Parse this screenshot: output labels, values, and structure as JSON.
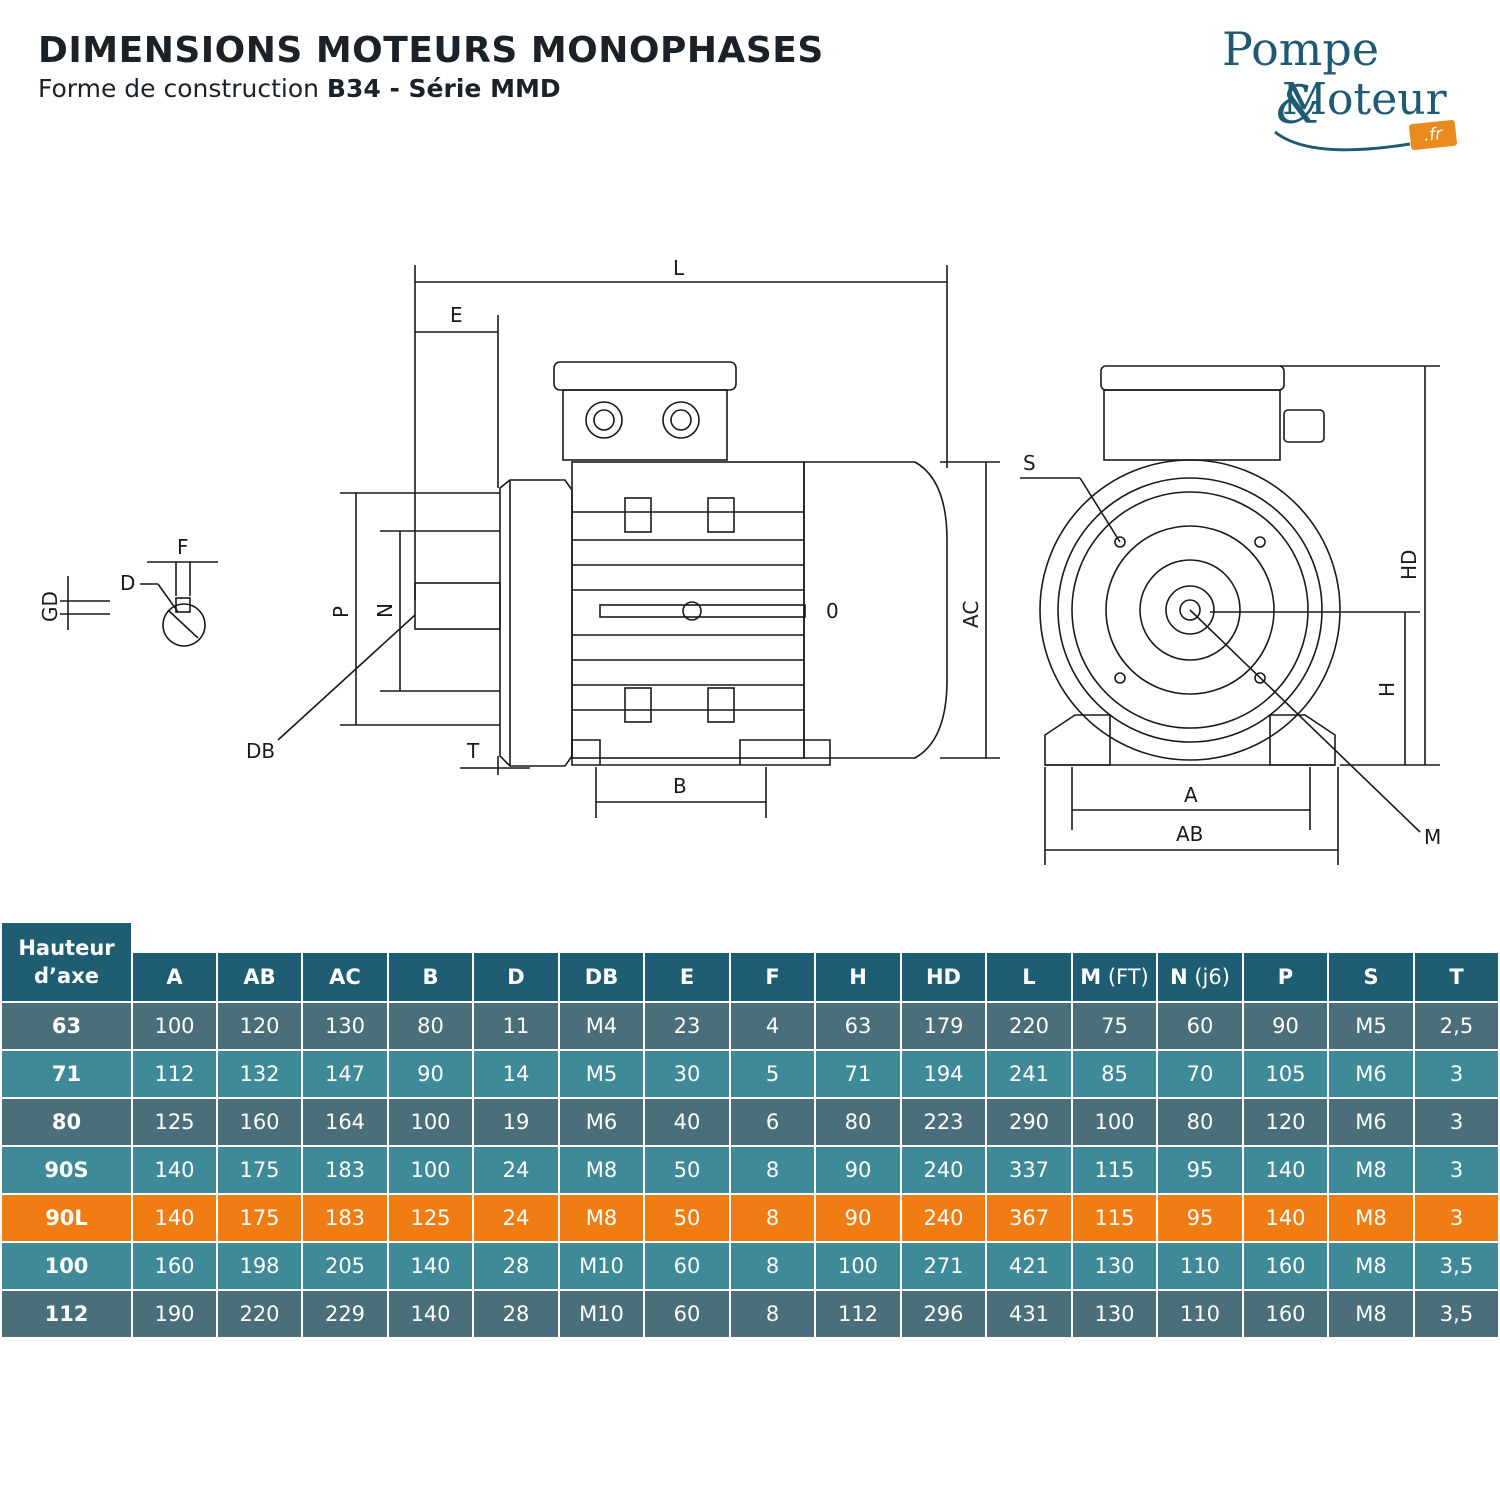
{
  "header": {
    "title": "DIMENSIONS MOTEURS MONOPHASES",
    "subtitle_prefix": "Forme de construction ",
    "subtitle_bold": "B34 - Série MMD"
  },
  "logo": {
    "line1": "Pompe",
    "amp": "&",
    "line2": "Moteur",
    "tld": ".fr"
  },
  "drawing_labels": {
    "L": "L",
    "E": "E",
    "F": "F",
    "D": "D",
    "GD": "GD",
    "P": "P",
    "N": "N",
    "DB": "DB",
    "T": "T",
    "B": "B",
    "AC": "AC",
    "O": "0",
    "S": "S",
    "HD": "HD",
    "H": "H",
    "A": "A",
    "AB": "AB",
    "M": "M"
  },
  "table": {
    "corner_label": [
      "Hauteur",
      "d’axe"
    ],
    "columns": [
      {
        "bold": "A"
      },
      {
        "bold": "AB"
      },
      {
        "bold": "AC"
      },
      {
        "bold": "B"
      },
      {
        "bold": "D"
      },
      {
        "bold": "DB"
      },
      {
        "bold": "E"
      },
      {
        "bold": "F"
      },
      {
        "bold": "H"
      },
      {
        "bold": "HD"
      },
      {
        "bold": "L"
      },
      {
        "bold": "M",
        "thin": " (FT)"
      },
      {
        "bold": "N",
        "thin": " (j6)"
      },
      {
        "bold": "P"
      },
      {
        "bold": "S"
      },
      {
        "bold": "T"
      }
    ],
    "rows": [
      {
        "style": "dark",
        "cells": [
          "63",
          "100",
          "120",
          "130",
          "80",
          "11",
          "M4",
          "23",
          "4",
          "63",
          "179",
          "220",
          "75",
          "60",
          "90",
          "M5",
          "2,5"
        ]
      },
      {
        "style": "light",
        "cells": [
          "71",
          "112",
          "132",
          "147",
          "90",
          "14",
          "M5",
          "30",
          "5",
          "71",
          "194",
          "241",
          "85",
          "70",
          "105",
          "M6",
          "3"
        ]
      },
      {
        "style": "dark",
        "cells": [
          "80",
          "125",
          "160",
          "164",
          "100",
          "19",
          "M6",
          "40",
          "6",
          "80",
          "223",
          "290",
          "100",
          "80",
          "120",
          "M6",
          "3"
        ]
      },
      {
        "style": "light",
        "cells": [
          "90S",
          "140",
          "175",
          "183",
          "100",
          "24",
          "M8",
          "50",
          "8",
          "90",
          "240",
          "337",
          "115",
          "95",
          "140",
          "M8",
          "3"
        ]
      },
      {
        "style": "hl",
        "cells": [
          "90L",
          "140",
          "175",
          "183",
          "125",
          "24",
          "M8",
          "50",
          "8",
          "90",
          "240",
          "367",
          "115",
          "95",
          "140",
          "M8",
          "3"
        ]
      },
      {
        "style": "light",
        "cells": [
          "100",
          "160",
          "198",
          "205",
          "140",
          "28",
          "M10",
          "60",
          "8",
          "100",
          "271",
          "421",
          "130",
          "110",
          "160",
          "M8",
          "3,5"
        ]
      },
      {
        "style": "dark",
        "cells": [
          "112",
          "190",
          "220",
          "229",
          "140",
          "28",
          "M10",
          "60",
          "8",
          "112",
          "296",
          "431",
          "130",
          "110",
          "160",
          "M8",
          "3,5"
        ]
      }
    ]
  }
}
